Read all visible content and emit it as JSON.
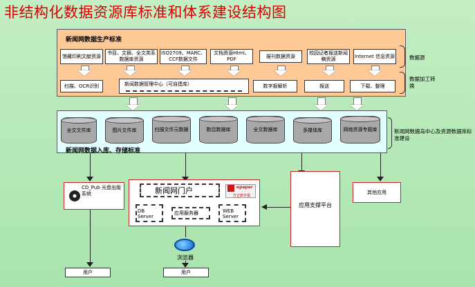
{
  "title": "非结构化数据资源库标准和体系建设结构图",
  "production": {
    "heading": "新闻网数据生产标准",
    "sources": [
      "馆藏印刷文献资源",
      "书目、文摘、全文类系数据库资源",
      "ISO2709、MARC、CCF数据文件",
      "文档资源Html、PDF",
      "报刊数据资源",
      "校园记者报送新闻稿资源",
      "Internet 信息资源"
    ],
    "processing": [
      "扫描、OCR识别",
      "新闻数据管理中心（可自建库）",
      "数字报解析",
      "报送",
      "下载、整理"
    ],
    "side_source": "数据源",
    "side_processing": "数据加工转换"
  },
  "storage": {
    "heading": "新闻网数据入库、存储标准",
    "libraries": [
      "全文文件库",
      "图片文件库",
      "扫描文件元数据",
      "数目数据库",
      "全文数据库",
      "多媒体库",
      "网络资源专题库"
    ],
    "side_note": "新闻网数据岛中心及资源数据库标准建设"
  },
  "bottom": {
    "cd_label": "CD_Pub 光盘出版系统",
    "portal_title": "新闻网门户",
    "db_server": "DB Server",
    "app_server": "应用服务器",
    "web_server": "WEB Server",
    "epaper_logo": "epaper",
    "epaper_sub": "方正数字报",
    "support_platform": "应用支撑平台",
    "other_apps": "其他应用",
    "browser": "浏览器",
    "user_left": "用户",
    "user_right": "用户"
  }
}
